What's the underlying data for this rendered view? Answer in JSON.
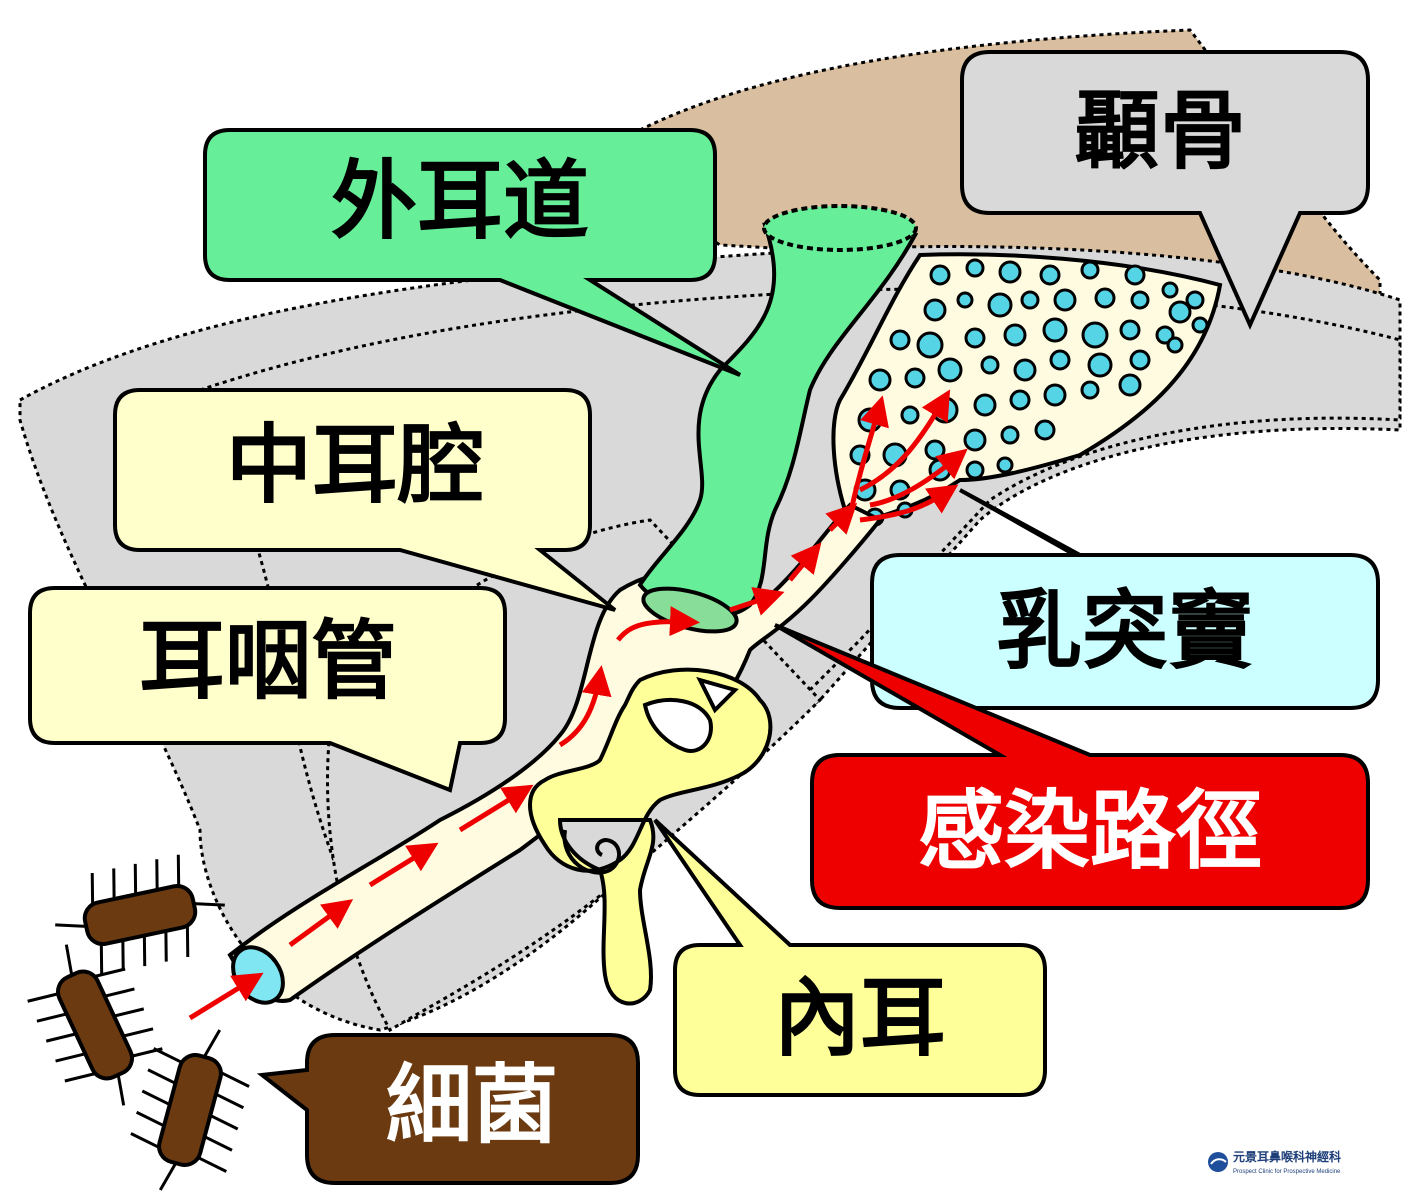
{
  "labels": {
    "external_ear_canal": "外耳道",
    "temporal_bone": "顳骨",
    "middle_ear_cavity": "中耳腔",
    "eustachian_tube": "耳咽管",
    "mastoid_air_cells": "乳突竇",
    "infection_route": "感染路徑",
    "inner_ear": "內耳",
    "bacteria": "細菌"
  },
  "colors": {
    "external_ear_canal": "#66ee99",
    "temporal_bone": "#d9d9d9",
    "middle_ear_cavity": "#ffffcc",
    "eustachian_tube": "#ffffcc",
    "mastoid_air_cells": "#ccffff",
    "infection_route": "#ee0000",
    "inner_ear": "#ffff99",
    "bacteria": "#6b3a10",
    "bone_tan": "#d9bf9f",
    "bone_gray": "#d9d9d9",
    "arrow": "#ee0000"
  },
  "logo": {
    "name": "元景耳鼻喉科神經科",
    "subtitle": "Prospect Clinic for Prospective Medicine"
  }
}
